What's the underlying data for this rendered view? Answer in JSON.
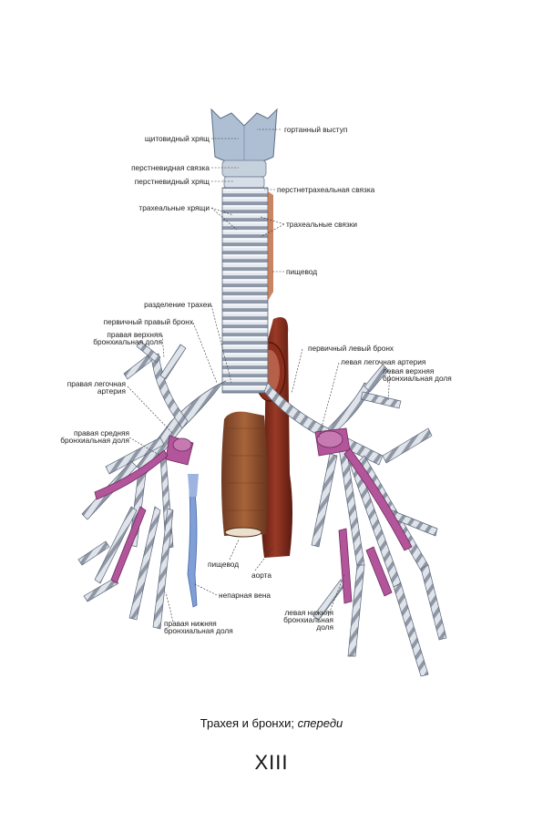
{
  "labels": {
    "thyroid_cartilage": "щитовидный хрящ",
    "laryngeal_prominence": "гортанный выступ",
    "cricothyroid_ligament": "перстневидная связка",
    "cricoid_cartilage": "перстневидный хрящ",
    "cricotracheal_ligament": "перстнетрахеальная связка",
    "tracheal_cartilages": "трахеальные хрящи",
    "tracheal_ligaments": "трахеальные связки",
    "esophagus_top": "пищевод",
    "tracheal_bifurcation": "разделение трахеи",
    "right_main_bronchus": "первичный правый бронх",
    "right_upper_lobe_1": "правая верхняя",
    "right_upper_lobe_2": "бронхиальная доля",
    "left_main_bronchus": "первичный левый бронх",
    "left_pulmonary_artery": "левая легочная артерия",
    "left_upper_lobe_1": "левая верхняя",
    "left_upper_lobe_2": "бронхиальная доля",
    "right_pulmonary_artery_1": "правая легочная",
    "right_pulmonary_artery_2": "артерия",
    "right_middle_lobe_1": "правая средняя",
    "right_middle_lobe_2": "бронхиальная доля",
    "esophagus_bottom": "пищевод",
    "aorta": "аорта",
    "azygos_vein": "непарная вена",
    "right_lower_lobe_1": "правая нижняя",
    "right_lower_lobe_2": "бронхиальная доля",
    "left_lower_lobe_1": "левая нижняя",
    "left_lower_lobe_2": "бронхиальная",
    "left_lower_lobe_3": "доля"
  },
  "caption": {
    "main": "Трахея и бронхи;",
    "italic": "спереди"
  },
  "plate_number": "XIII"
}
